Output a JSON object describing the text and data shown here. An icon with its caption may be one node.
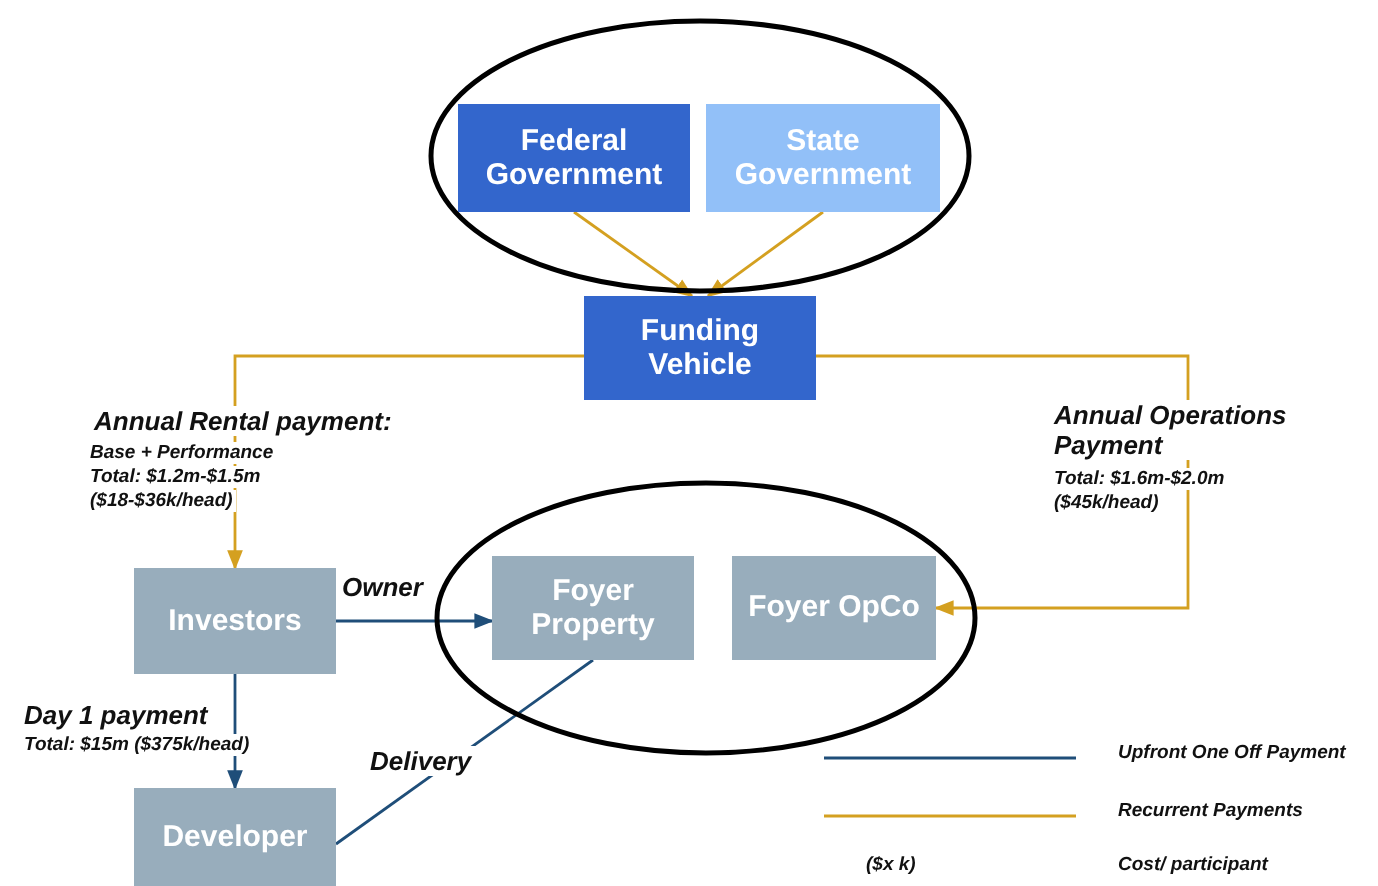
{
  "diagram": {
    "nodes": [
      {
        "text": [],
        "shape": "ellipse"
      },
      {
        "text": [
          "Federal Government"
        ],
        "in": 0
      },
      {
        "text": [
          "State Government"
        ],
        "in": 0
      },
      {
        "text": [
          "Funding Vehicle"
        ]
      },
      {
        "text": [],
        "shape": "ellipse"
      },
      {
        "text": [
          "Investors"
        ]
      },
      {
        "text": [
          "Foyer Property"
        ],
        "in": 4
      },
      {
        "text": [
          "Foyer OpCo"
        ],
        "in": 4
      },
      {
        "text": [
          "Developer"
        ]
      }
    ],
    "edges": [
      {
        "from": 1,
        "to": 3,
        "arrow": "to"
      },
      {
        "from": 2,
        "to": 3,
        "arrow": "to"
      },
      {
        "from": 3,
        "to": 5,
        "arrow": "to",
        "label": "Annual Rental payment:"
      },
      {
        "from": 3,
        "to": 7,
        "arrow": "to",
        "label": "Annual Operations Payment"
      },
      {
        "from": 5,
        "to": 6,
        "arrow": "to",
        "label": "Owner",
        "color": "#1f4e79"
      },
      {
        "from": 5,
        "to": 8,
        "arrow": "to",
        "label": "Day 1 payment",
        "color": "#1f4e79"
      },
      {
        "from": 8,
        "to": 6,
        "arrow": "none",
        "label": "Delivery",
        "color": "#1f4e79"
      }
    ],
    "labels": [
      "Base + Performance",
      "Total: $1.2m-$1.5m",
      "($18-$36k/head)",
      "Total: $1.6m-$2.0m",
      "($45k/head)",
      "Total: $15m  ($375k/head)",
      "($x k)"
    ],
    "legend": [
      {
        "text": "Upfront One Off Payment"
      },
      {
        "text": "Recurrent Payments"
      },
      {
        "text": "Cost/ participant"
      }
    ]
  }
}
